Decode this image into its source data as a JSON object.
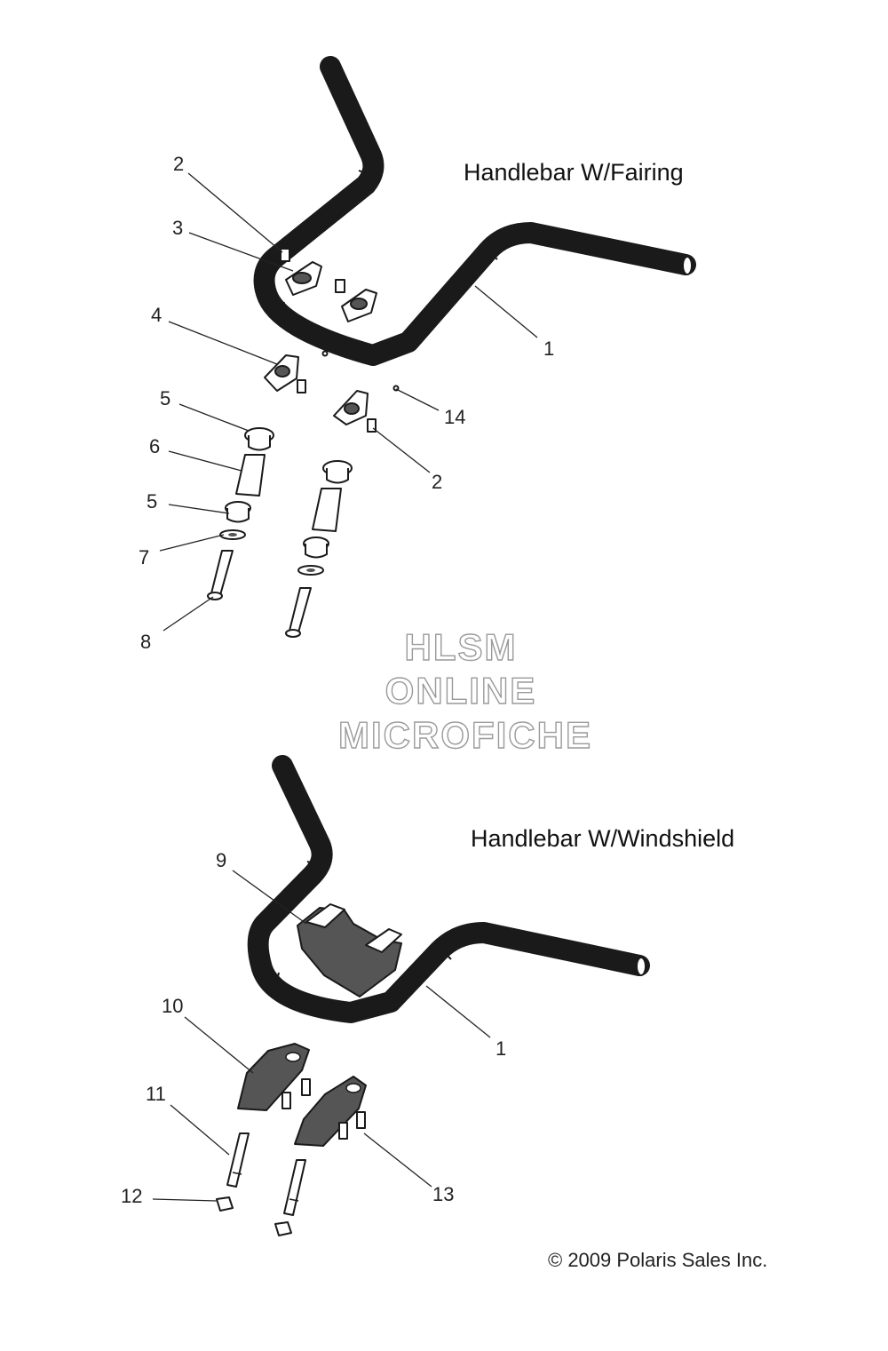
{
  "diagram": {
    "top_title": "Handlebar W/Fairing",
    "bottom_title": "Handlebar W/Windshield",
    "watermark": [
      "HLSM",
      "ONLINE",
      "MICROFICHE"
    ],
    "copyright": "© 2009 Polaris Sales Inc.",
    "callouts": [
      {
        "id": "c1",
        "text": "2"
      },
      {
        "id": "c2",
        "text": "3"
      },
      {
        "id": "c3",
        "text": "4"
      },
      {
        "id": "c4",
        "text": "1"
      },
      {
        "id": "c5",
        "text": "5"
      },
      {
        "id": "c6",
        "text": "14"
      },
      {
        "id": "c7",
        "text": "6"
      },
      {
        "id": "c8",
        "text": "2"
      },
      {
        "id": "c9",
        "text": "5"
      },
      {
        "id": "c10",
        "text": "7"
      },
      {
        "id": "c11",
        "text": "8"
      },
      {
        "id": "c12",
        "text": "9"
      },
      {
        "id": "c13",
        "text": "1"
      },
      {
        "id": "c14",
        "text": "10"
      },
      {
        "id": "c15",
        "text": "11"
      },
      {
        "id": "c16",
        "text": "12"
      },
      {
        "id": "c17",
        "text": "13"
      }
    ]
  }
}
